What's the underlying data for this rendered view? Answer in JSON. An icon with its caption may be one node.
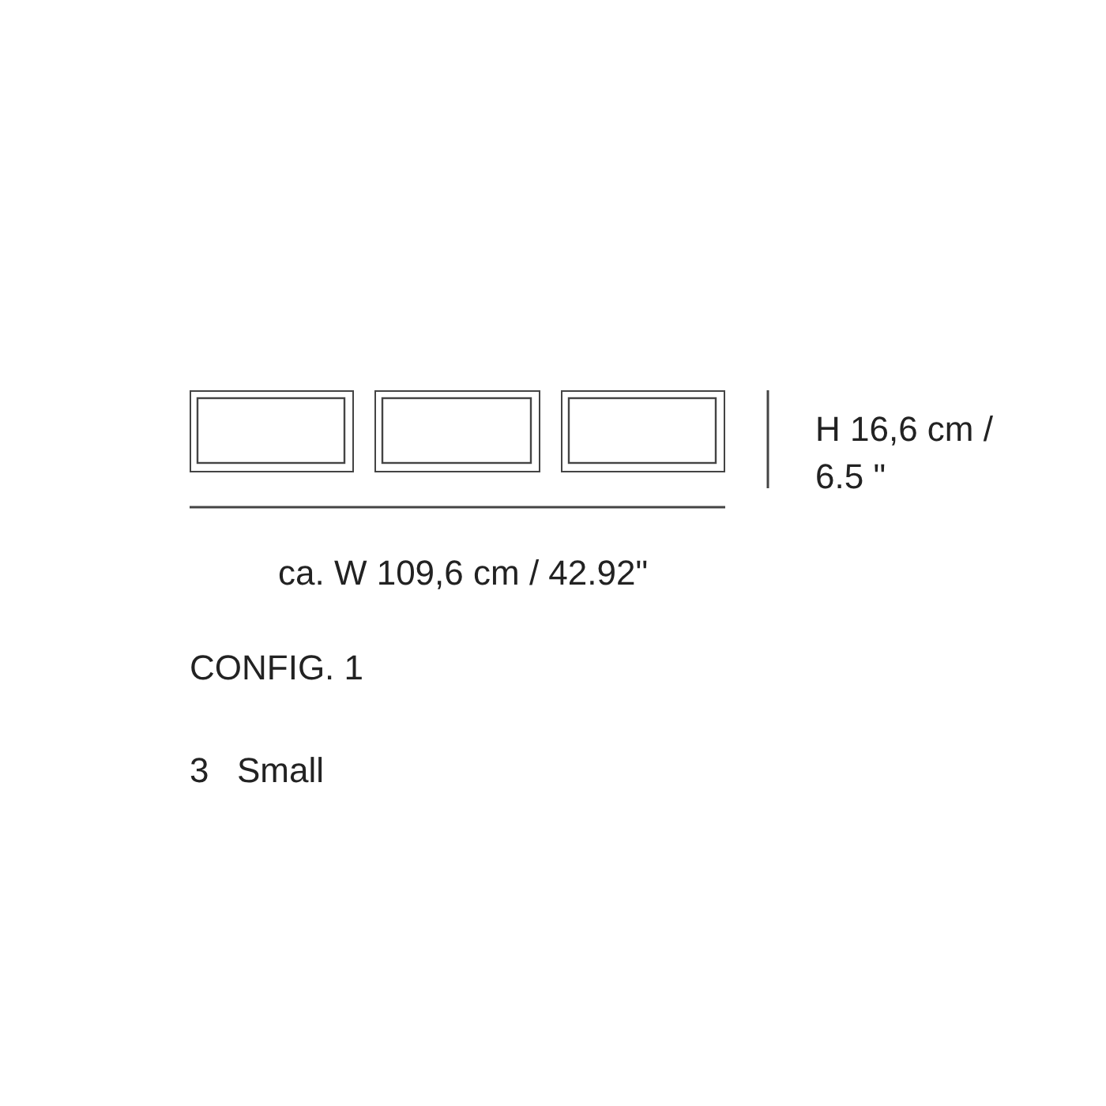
{
  "diagram": {
    "nodes": [
      {
        "text": [],
        "shape": "box"
      },
      {
        "text": [],
        "shape": "box"
      },
      {
        "text": [],
        "shape": "box"
      }
    ],
    "labels": [
      "H 16,6 cm / 6.5 \"",
      "ca. W 109,6 cm / 42.92\"",
      "CONFIG. 1",
      "3",
      "Small"
    ]
  }
}
